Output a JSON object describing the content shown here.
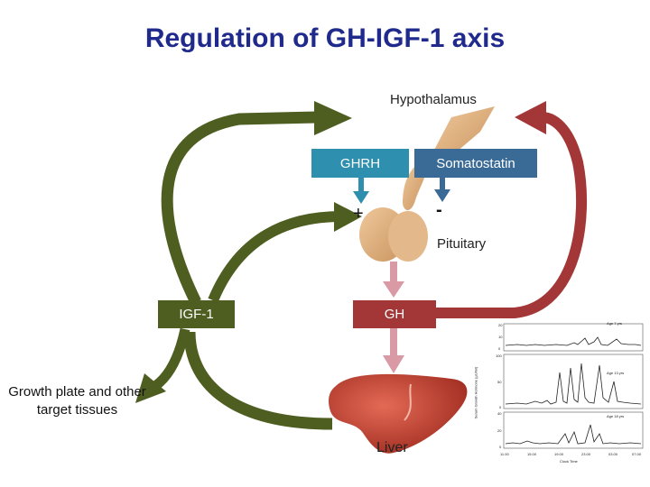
{
  "title": "Regulation of GH-IGF-1 axis",
  "labels": {
    "hypothalamus": "Hypothalamus",
    "pituitary": "Pituitary",
    "liver": "Liver",
    "growth_tissues": "Growth plate and other target tissues",
    "plus": "+",
    "minus": "-"
  },
  "boxes": {
    "ghrh": "GHRH",
    "somatostatin": "Somatostatin",
    "igf1": "IGF-1",
    "gh": "GH"
  },
  "inset": {
    "panels": [
      {
        "age": "Age 7 yrs",
        "top_tick": "20",
        "mid_tick": "10",
        "bottom_tick": "0"
      },
      {
        "age": "Age 13 yrs",
        "top_tick": "100",
        "mid_tick": "50",
        "bottom_tick": "0"
      },
      {
        "age": "Age 18 yrs",
        "top_tick": "40",
        "mid_tick": "20",
        "bottom_tick": "0"
      }
    ],
    "y_axis": "Serum Growth Hormone (µU/ml)",
    "x_ticks": [
      "11.00",
      "15.00",
      "19.00",
      "23.00",
      "03.00",
      "07.00"
    ],
    "x_axis": "Clock Time"
  },
  "colors": {
    "title": "#1f2a8c",
    "green_arrow": "#4e5e21",
    "red_arrow": "#a33636",
    "ghrh_box": "#2f8fae",
    "somatostatin_box": "#3a6a96",
    "gland": "#e0b387",
    "liver": "#c0392b"
  }
}
